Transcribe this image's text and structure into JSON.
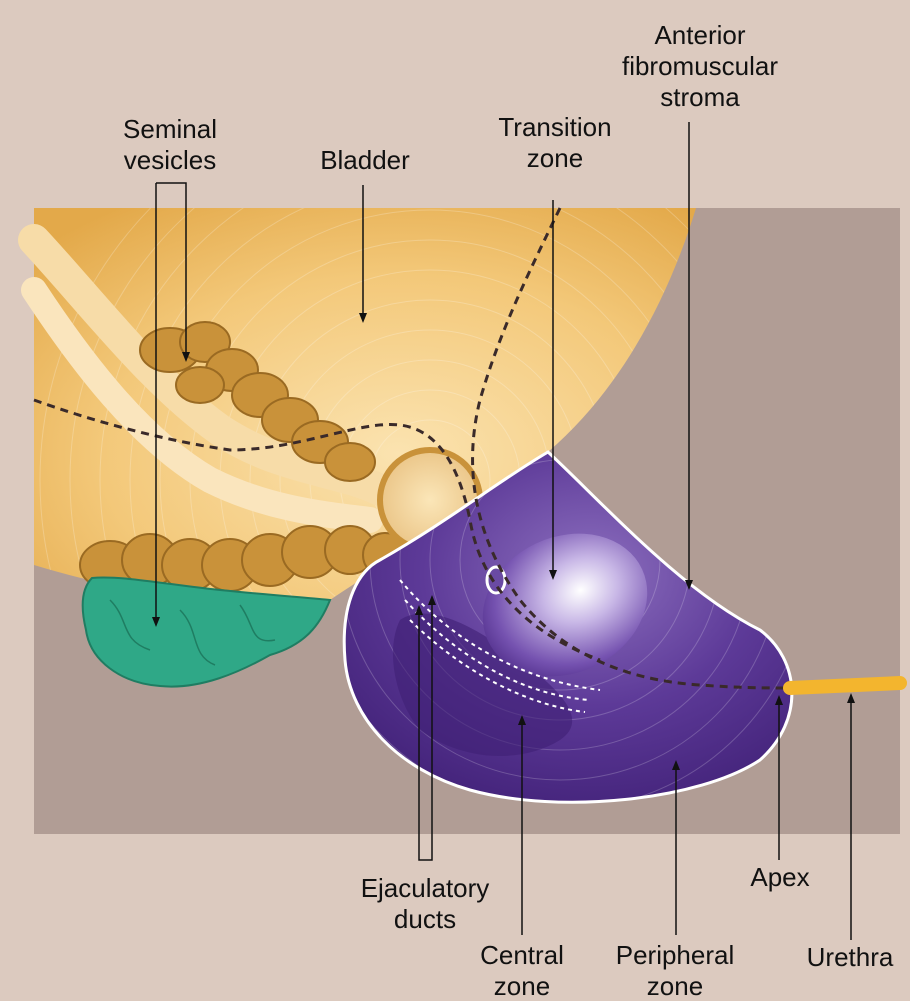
{
  "labels": {
    "seminal_vesicles": [
      "Seminal",
      "vesicles"
    ],
    "bladder": [
      "Bladder"
    ],
    "transition_zone": [
      "Transition",
      "zone"
    ],
    "anterior_fibromuscular_stroma": [
      "Anterior",
      "fibromuscular",
      "stroma"
    ],
    "ejaculatory_ducts": [
      "Ejaculatory",
      "ducts"
    ],
    "central_zone": [
      "Central",
      "zone"
    ],
    "peripheral_zone": [
      "Peripheral",
      "zone"
    ],
    "apex": [
      "Apex"
    ],
    "urethra": [
      "Urethra"
    ]
  },
  "colors": {
    "background": "#dccabf",
    "panel": "#b19d95",
    "bladder": "#f0bf66",
    "seminal_vesicles": "#c9923a",
    "green_tissue": "#2fa887",
    "prostate": "#4e2a86",
    "transition_zone": "#b39ad8",
    "urethra": "#f3b52e"
  }
}
